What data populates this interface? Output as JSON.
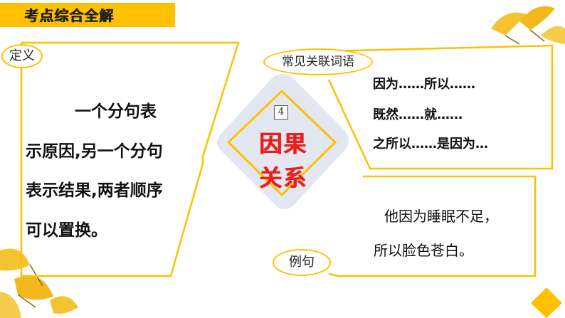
{
  "header": {
    "title": "考点综合全解"
  },
  "center": {
    "number": "4",
    "line1": "因果",
    "line2": "关系"
  },
  "definition": {
    "label": "定义",
    "lines": [
      "一个分句表",
      "示原因,另一个分句",
      "表示结果,两者顺序",
      "可以置换。"
    ]
  },
  "connectives": {
    "label": "常见关联词语",
    "items": [
      "因为……所以……",
      "既然……就……",
      "之所以……是因为…"
    ]
  },
  "example": {
    "label": "例句",
    "lines": [
      "他因为睡眠不足，",
      "所以脸色苍白。"
    ]
  },
  "colors": {
    "accent": "#ffc000",
    "red": "#e8201c",
    "diamond": "#e3e7f2"
  }
}
